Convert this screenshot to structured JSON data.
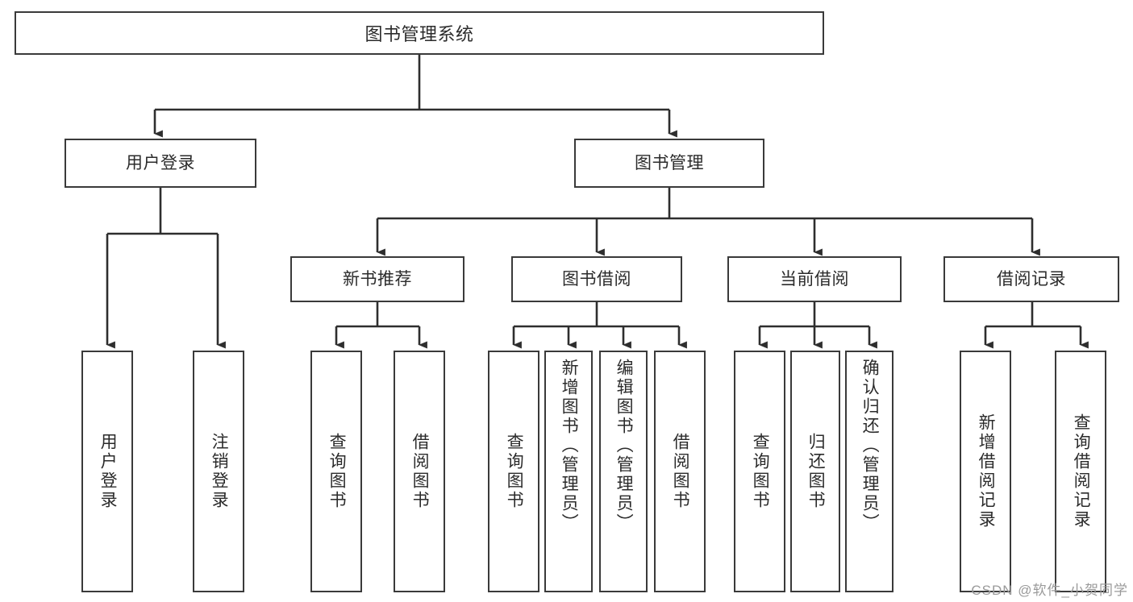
{
  "diagram": {
    "type": "tree",
    "title": "图书管理系统",
    "root": {
      "label": "图书管理系统"
    },
    "level2": [
      {
        "label": "用户登录"
      },
      {
        "label": "图书管理"
      }
    ],
    "level3": [
      {
        "label": "新书推荐"
      },
      {
        "label": "图书借阅"
      },
      {
        "label": "当前借阅"
      },
      {
        "label": "借阅记录"
      }
    ],
    "leaves": {
      "user_login": [
        {
          "label": "用户登录"
        },
        {
          "label": "注销登录"
        }
      ],
      "new_book_recommend": [
        {
          "label": "查询图书"
        },
        {
          "label": "借阅图书"
        }
      ],
      "book_borrow": [
        {
          "label": "查询图书"
        },
        {
          "label": "新增图书（管理员）"
        },
        {
          "label": "编辑图书（管理员）"
        },
        {
          "label": "借阅图书"
        }
      ],
      "current_borrow": [
        {
          "label": "查询图书"
        },
        {
          "label": "归还图书"
        },
        {
          "label": "确认归还（管理员）"
        }
      ],
      "borrow_record": [
        {
          "label": "新增借阅记录"
        },
        {
          "label": "查询借阅记录"
        }
      ]
    }
  },
  "watermark": {
    "text": "CSDN @软件_小贺同学"
  },
  "colors": {
    "stroke": "#3a3a3a",
    "text": "#2b2b2b",
    "background": "#ffffff",
    "watermark": "#9a9a9a"
  }
}
